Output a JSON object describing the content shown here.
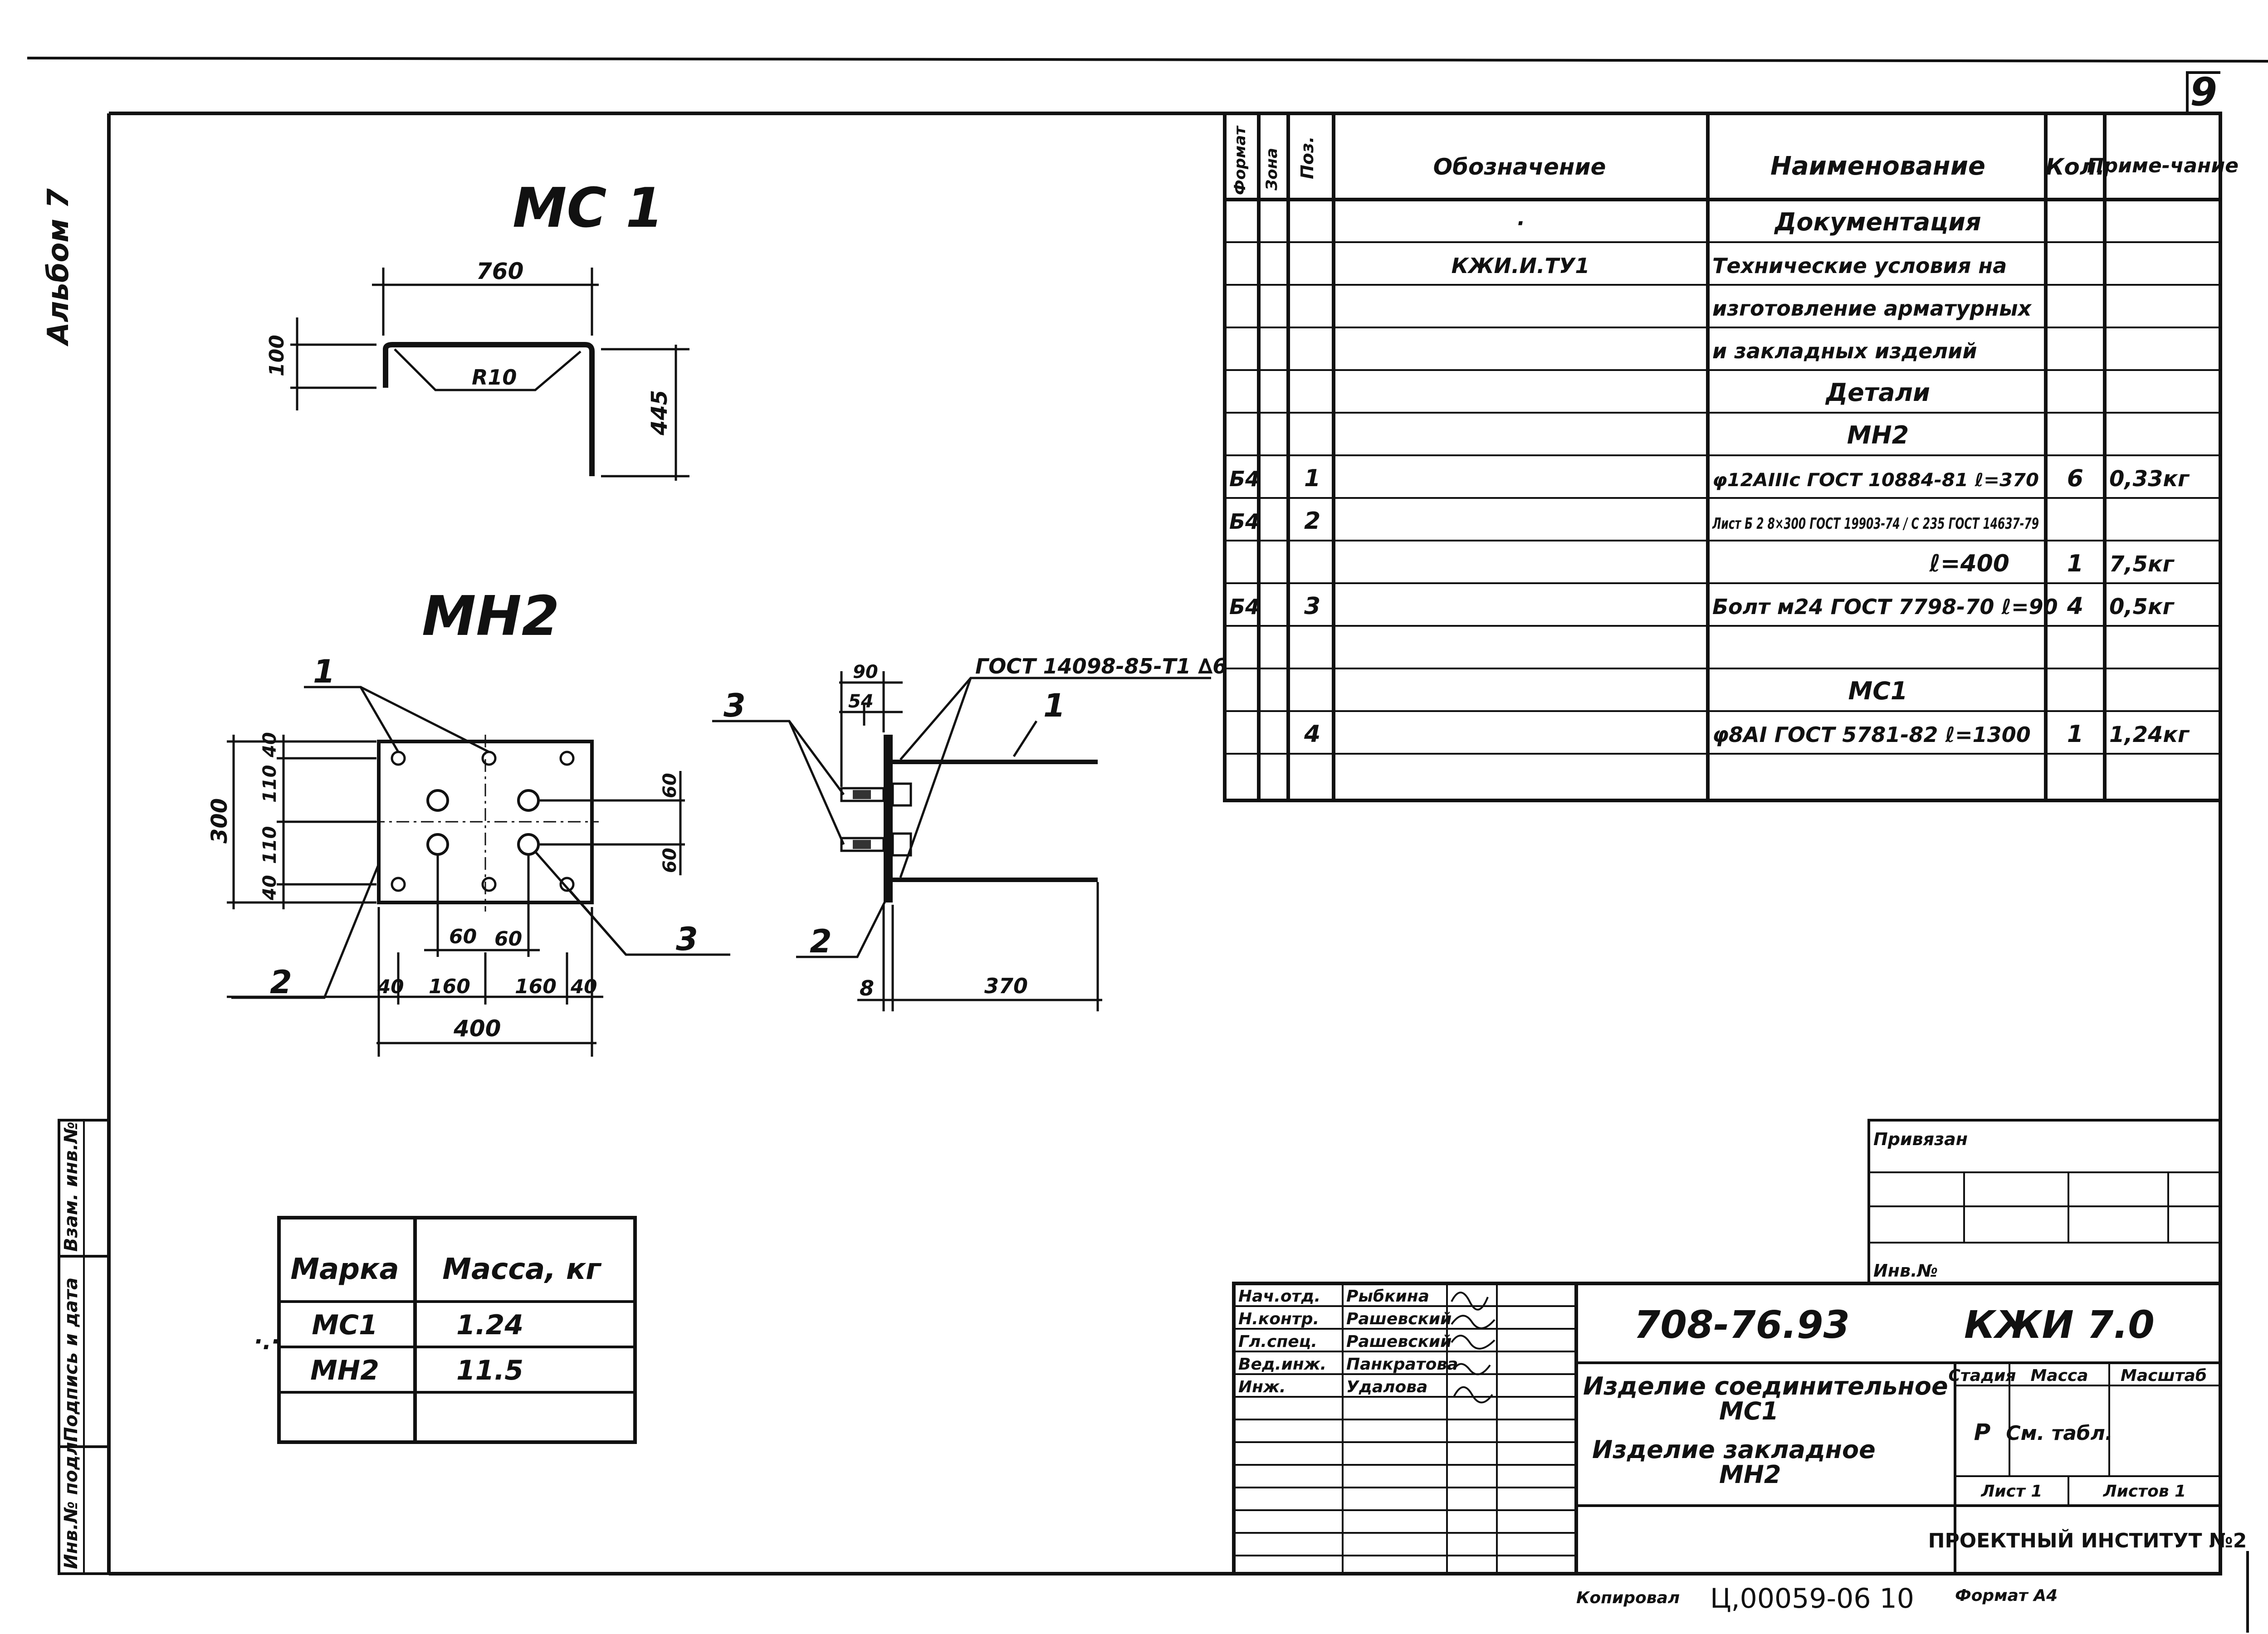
{
  "sheet": {
    "number": "9",
    "album_label": "Альбом 7"
  },
  "drawings": {
    "mc1": {
      "title": "МС 1",
      "dim_width": "760",
      "dim_flange": "100",
      "dim_height": "445",
      "radius": "R10"
    },
    "mh2": {
      "title": "МН2",
      "dims_vertical": [
        "40",
        "110",
        "110",
        "40",
        "300"
      ],
      "dims_horizontal": [
        "60",
        "60",
        "40",
        "160",
        "160",
        "40",
        "400"
      ],
      "dims_holes_right": [
        "60",
        "60"
      ],
      "callouts": [
        "1",
        "2",
        "3"
      ]
    },
    "section": {
      "weld_note": "ГОСТ 14098-85-Т1 ∆6",
      "dims": [
        "90",
        "54",
        "8",
        "370"
      ],
      "callouts": [
        "3",
        "1",
        "2"
      ]
    }
  },
  "spec_table": {
    "headers": [
      "Формат",
      "Зона",
      "Поз.",
      "Обозначение",
      "Наименование",
      "Кол.",
      "Приме-чание"
    ],
    "rows": [
      {
        "format": "",
        "pos": "",
        "designation": "·",
        "name": "Документация",
        "qty": "",
        "note": ""
      },
      {
        "format": "",
        "pos": "",
        "designation": "КЖИ.И.ТУ1",
        "name": "Технические условия на",
        "qty": "",
        "note": ""
      },
      {
        "format": "",
        "pos": "",
        "designation": "",
        "name": "изготовление арматурных",
        "qty": "",
        "note": ""
      },
      {
        "format": "",
        "pos": "",
        "designation": "",
        "name": "и закладных изделий",
        "qty": "",
        "note": ""
      },
      {
        "format": "",
        "pos": "",
        "designation": "",
        "name": "Детали",
        "qty": "",
        "note": ""
      },
      {
        "format": "",
        "pos": "",
        "designation": "",
        "name": "МН2",
        "qty": "",
        "note": ""
      },
      {
        "format": "Б4",
        "pos": "1",
        "designation": "",
        "name": "φ12АIIIс ГОСТ 10884-81 ℓ=370",
        "qty": "6",
        "note": "0,33кг"
      },
      {
        "format": "Б4",
        "pos": "2",
        "designation": "",
        "name": "Лист  Б 2 8×300 ГОСТ 19903-74 / С 235 ГОСТ 14637-79",
        "qty": "",
        "note": ""
      },
      {
        "format": "",
        "pos": "",
        "designation": "",
        "name": "ℓ=400",
        "qty": "1",
        "note": "7,5кг"
      },
      {
        "format": "Б4",
        "pos": "3",
        "designation": "",
        "name": "Болт м24 ГОСТ 7798-70 ℓ=90",
        "qty": "4",
        "note": "0,5кг"
      },
      {
        "format": "",
        "pos": "",
        "designation": "",
        "name": "",
        "qty": "",
        "note": ""
      },
      {
        "format": "",
        "pos": "",
        "designation": "",
        "name": "МС1",
        "qty": "",
        "note": ""
      },
      {
        "format": "",
        "pos": "4",
        "designation": "",
        "name": "φ8АI ГОСТ 5781-82 ℓ=1300",
        "qty": "1",
        "note": "1,24кг"
      },
      {
        "format": "",
        "pos": "",
        "designation": "",
        "name": "",
        "qty": "",
        "note": ""
      }
    ]
  },
  "mass_table": {
    "headers": [
      "Марка",
      "Масса, кг"
    ],
    "rows": [
      [
        "МС1",
        "1.24"
      ],
      [
        "МН2",
        "11.5"
      ],
      [
        "",
        ""
      ]
    ]
  },
  "left_stamp": [
    "Инв.№ подл.",
    "Подпись и дата",
    "Взам. инв.№"
  ],
  "title_block": {
    "privyazan": "Привязан",
    "inv_no": "Инв.№",
    "code": "708-76.93",
    "code_suffix": "КЖИ 7.0",
    "roles": [
      {
        "role": "Нач.отд.",
        "name": "Рыбкина"
      },
      {
        "role": "Н.контр.",
        "name": "Рашевский"
      },
      {
        "role": "Гл.спец.",
        "name": "Рашевский"
      },
      {
        "role": "Вед.инж.",
        "name": "Панкратова"
      },
      {
        "role": "Инж.",
        "name": "Удалова"
      }
    ],
    "description": [
      "Изделие соединительное",
      "МС1",
      "Изделие закладное",
      "МН2"
    ],
    "stage_header": "Стадия",
    "mass_header": "Масса",
    "scale_header": "Масштаб",
    "stage": "Р",
    "mass_value": "См. табл.",
    "sheet_label": "Лист 1",
    "sheets_label": "Листов 1",
    "institute": "ПРОЕКТНЫЙ ИНСТИТУТ №2"
  },
  "footer": {
    "copied": "Копировал",
    "doc_number": "Ц,00059-06  10",
    "format": "Формат А4"
  }
}
